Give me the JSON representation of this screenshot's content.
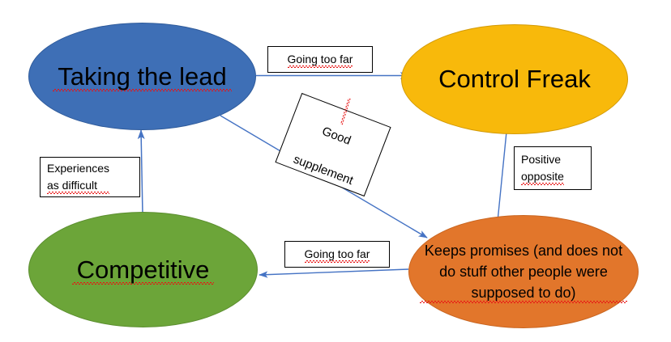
{
  "diagram": {
    "title": "Taking the lead / Control Freak / Competitive / Keeps promises relationship map",
    "type": "flow-map",
    "background_color": "#ffffff",
    "accent_colors": {
      "blue": "#3E6FB6",
      "amber": "#F8B90B",
      "green": "#6CA539",
      "orange": "#E2762B",
      "arrow": "#4573C4",
      "spellcheck_squiggle": "#e81313",
      "callout_border": "#000000",
      "text": "#000000"
    },
    "nodes": [
      {
        "id": "taking-the-lead",
        "label": "Taking the lead",
        "shape": "ellipse",
        "fill": "#3E6FB6",
        "position": "top-left",
        "spellcheck_underline": true
      },
      {
        "id": "control-freak",
        "label": "Control Freak",
        "shape": "ellipse",
        "fill": "#F8B90B",
        "position": "top-right",
        "spellcheck_underline": false
      },
      {
        "id": "competitive",
        "label": "Competitive",
        "shape": "ellipse",
        "fill": "#6CA539",
        "position": "bottom-left",
        "spellcheck_underline": true
      },
      {
        "id": "keeps-promises",
        "label": "Keeps promises (and does not\ndo stuff other people were\nsupposed to do)",
        "shape": "ellipse",
        "fill": "#E2762B",
        "position": "bottom-right",
        "spellcheck_underline": true
      }
    ],
    "edge_labels": [
      {
        "id": "going-too-far-top",
        "text": "Going too far",
        "from": "taking-the-lead",
        "to": "control-freak",
        "rotation_deg": 0
      },
      {
        "id": "good-supplement",
        "text_lines": [
          "Good",
          "supplement"
        ],
        "from": "taking-the-lead",
        "to": "keeps-promises",
        "rotation_deg": 21
      },
      {
        "id": "positive-opposite",
        "text": "Positive\nopposite",
        "from": "control-freak",
        "to": "keeps-promises",
        "rotation_deg": 0
      },
      {
        "id": "going-too-far-bottom",
        "text": "Going too far",
        "from": "keeps-promises",
        "to": "competitive",
        "rotation_deg": 0
      },
      {
        "id": "experiences-as-difficult",
        "text": "Experiences\nas difficult",
        "from": "competitive",
        "to": "taking-the-lead",
        "rotation_deg": 0
      }
    ],
    "arrows": [
      {
        "id": "arrow-lead-to-control",
        "from": "taking-the-lead",
        "to": "control-freak",
        "direction": "right"
      },
      {
        "id": "arrow-lead-to-promises",
        "from": "taking-the-lead",
        "to": "keeps-promises",
        "direction": "down-right"
      },
      {
        "id": "arrow-control-to-promises",
        "from": "control-freak",
        "to": "keeps-promises",
        "direction": "down"
      },
      {
        "id": "arrow-promises-to-competitive",
        "from": "keeps-promises",
        "to": "competitive",
        "direction": "left"
      },
      {
        "id": "arrow-competitive-to-lead",
        "from": "competitive",
        "to": "taking-the-lead",
        "direction": "up"
      }
    ]
  }
}
